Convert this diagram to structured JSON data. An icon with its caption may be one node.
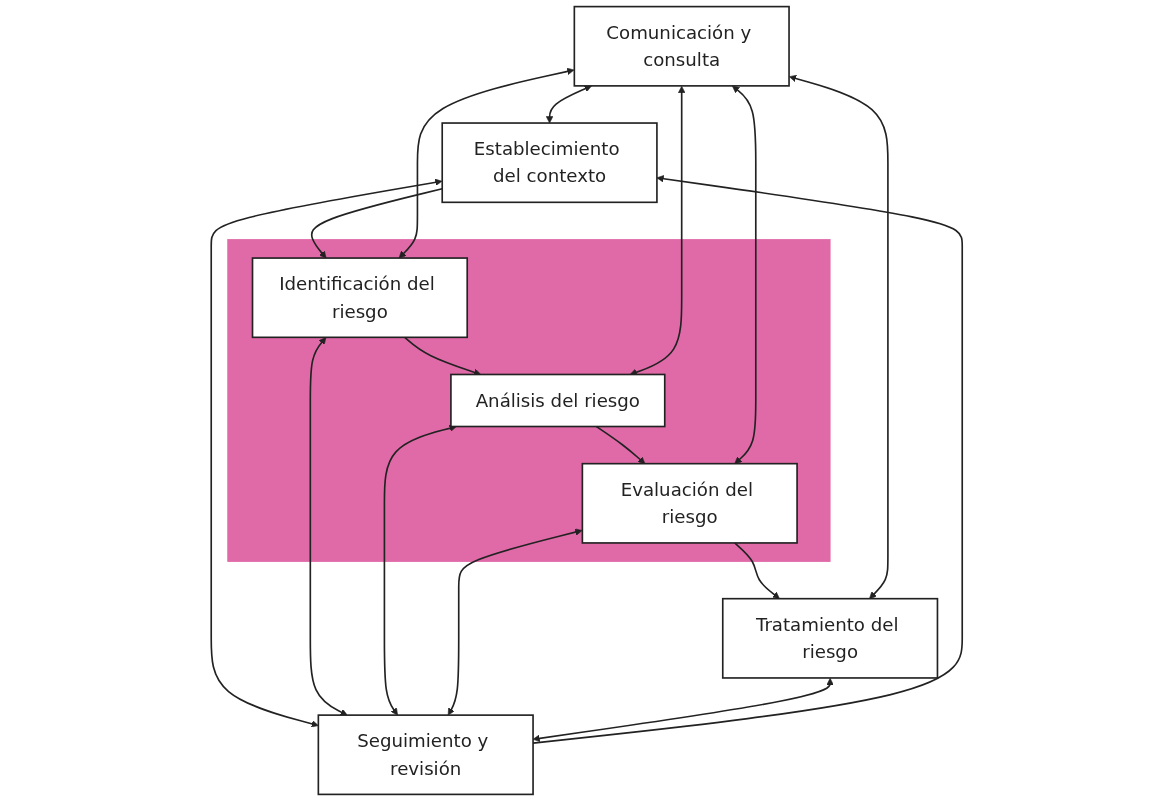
{
  "diagram": {
    "nodes": [
      {
        "text": [
          "Comunicación y consulta"
        ]
      },
      {
        "text": [
          "Establecimiento del contexto"
        ]
      },
      {
        "text": [],
        "shape": "box"
      },
      {
        "text": [
          "Identificación del riesgo"
        ],
        "in": 2
      },
      {
        "text": [
          "Análisis del riesgo"
        ],
        "in": 2
      },
      {
        "text": [
          "Evaluación del riesgo"
        ],
        "in": 2
      },
      {
        "text": [
          "Tratamiento del riesgo"
        ]
      },
      {
        "text": [
          "Seguimiento y revisión"
        ]
      }
    ],
    "edges": [
      {
        "from": 7,
        "to": 1,
        "arrow": "to"
      },
      {
        "from": 1,
        "to": 3,
        "arrow": "to"
      },
      {
        "from": 3,
        "to": 4,
        "arrow": "to"
      },
      {
        "from": 4,
        "to": 5,
        "arrow": "to"
      },
      {
        "from": 5,
        "to": 6,
        "arrow": "to"
      },
      {
        "from": 0,
        "to": 1,
        "arrow": "both"
      },
      {
        "from": 0,
        "to": 3,
        "arrow": "both"
      },
      {
        "from": 0,
        "to": 4,
        "arrow": "both"
      },
      {
        "from": 0,
        "to": 5,
        "arrow": "both"
      },
      {
        "from": 0,
        "to": 6,
        "arrow": "both"
      },
      {
        "from": 1,
        "to": 7,
        "arrow": "both"
      },
      {
        "from": 3,
        "to": 7,
        "arrow": "both"
      },
      {
        "from": 4,
        "to": 7,
        "arrow": "both"
      },
      {
        "from": 5,
        "to": 7,
        "arrow": "both"
      },
      {
        "from": 6,
        "to": 7,
        "arrow": "both"
      }
    ]
  }
}
